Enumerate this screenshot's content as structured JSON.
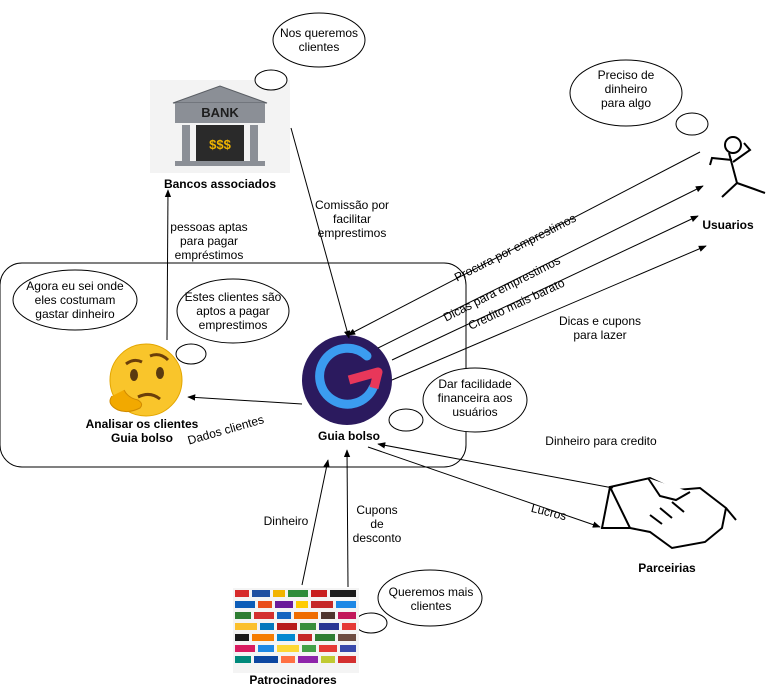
{
  "nodes": {
    "bank_caption": "Bancos associados",
    "bank_sign": "BANK",
    "bank_sign_2": "$$$",
    "users": "Usuarios",
    "guia": "Guia bolso",
    "analyse_1": "Analisar os clientes",
    "analyse_2": "Guia bolso",
    "partners": "Parceirias",
    "sponsors": "Patrocinadores"
  },
  "clouds": {
    "banks_1": "Nos queremos",
    "banks_2": "clientes",
    "users_1": "Preciso  de",
    "users_2": "dinheiro",
    "users_3": "para algo",
    "where_1": "Agora eu sei onde",
    "where_2": "eles costumam",
    "where_3": "gastar dinheiro",
    "apt_1": "Estes clientes são",
    "apt_2": "aptos a pagar",
    "apt_3": "emprestimos",
    "ease_1": "Dar facilidade",
    "ease_2": "financeira aos",
    "ease_3": "usuários",
    "sponsors_1": "Queremos mais",
    "sponsors_2": "clientes"
  },
  "edges": {
    "commission_1": "Comissão por",
    "commission_2": "facilitar",
    "commission_3": "emprestimos",
    "apt_1": "pessoas aptas",
    "apt_2": "para pagar",
    "apt_3": "empréstimos",
    "search_loans": "Procura por emprestimos",
    "loan_tips": "Dicas para emprestimos",
    "cheaper_credit": "Credito mais barato",
    "leisure_1": "Dicas  e cupons",
    "leisure_2": "para lazer",
    "client_data": "Dados clientes",
    "credit_money": "Dinheiro para credito",
    "profits": "Lucros",
    "money": "Dinheiro",
    "coupons_1": "Cupons",
    "coupons_2": "de",
    "coupons_3": "desconto"
  },
  "colors": {
    "guia_bg": "#2b1a5e",
    "guia_accent": "#e8375a",
    "guia_blue": "#3b9cf0",
    "emoji": "#f9c52b",
    "bank_grey": "#8b8f96"
  }
}
